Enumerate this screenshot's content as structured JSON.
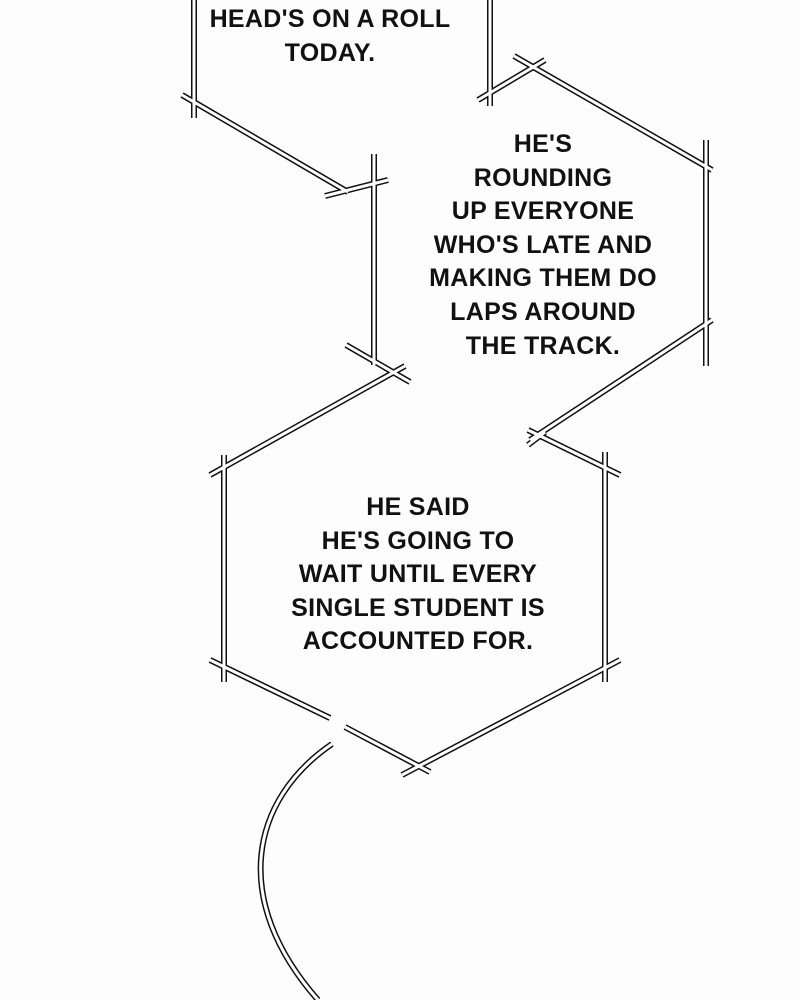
{
  "bubbles": [
    {
      "lines": [
        "HEAD'S ON A ROLL",
        "TODAY."
      ]
    },
    {
      "lines": [
        "HE'S",
        "ROUNDING",
        "UP EVERYONE",
        "WHO'S LATE AND",
        "MAKING THEM DO",
        "LAPS AROUND",
        "THE TRACK."
      ]
    },
    {
      "lines": [
        "HE SAID",
        "HE'S GOING TO",
        "WAIT UNTIL EVERY",
        "SINGLE STUDENT IS",
        "ACCOUNTED FOR."
      ]
    }
  ],
  "colors": {
    "background": "#fdfdfd",
    "ink": "#111111"
  }
}
